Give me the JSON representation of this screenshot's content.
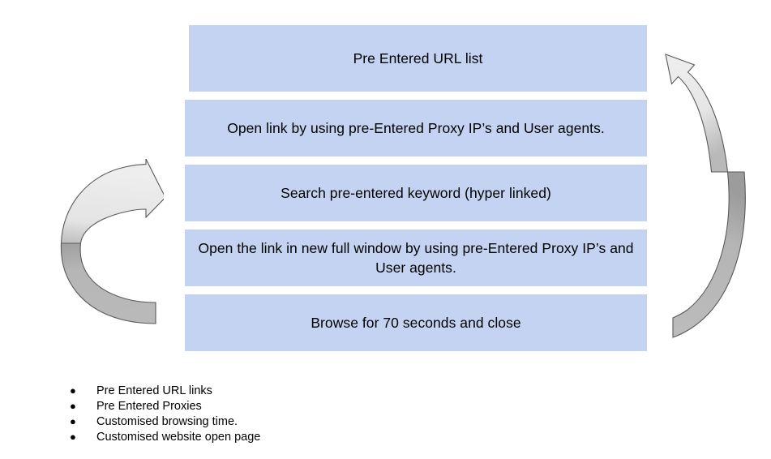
{
  "diagram": {
    "type": "cyclic-process-flow",
    "steps": [
      {
        "id": "step-1",
        "label": "Pre Entered URL list"
      },
      {
        "id": "step-2",
        "label": "Open link by using pre-Entered Proxy IP’s and User agents."
      },
      {
        "id": "step-3",
        "label": "Search pre-entered keyword (hyper linked)"
      },
      {
        "id": "step-4",
        "label": "Open the link in new full window by using pre-Entered Proxy IP’s and User agents."
      },
      {
        "id": "step-5",
        "label": "Browse for 70 seconds and close"
      }
    ],
    "arrows": [
      {
        "id": "left-loop-arrow",
        "name": "curved-arrow-left",
        "direction": "counter-clockwise-return-to-top",
        "head": "points-right",
        "fill_light": "#ededed",
        "fill_dark": "#b3b3b3",
        "stroke": "#5a5a5a"
      },
      {
        "id": "right-loop-arrow",
        "name": "curved-arrow-right",
        "direction": "bottom-to-top-loop-back",
        "head": "points-up-left",
        "fill_light": "#ededed",
        "fill_dark": "#b3b3b3",
        "stroke": "#5a5a5a"
      }
    ],
    "box_fill": "#c4d3f1",
    "text_color": "#000000"
  },
  "features": {
    "bullet_glyph": "●",
    "items": [
      "Pre Entered URL links",
      "Pre Entered Proxies",
      "Customised browsing time.",
      "Customised website open page"
    ]
  }
}
